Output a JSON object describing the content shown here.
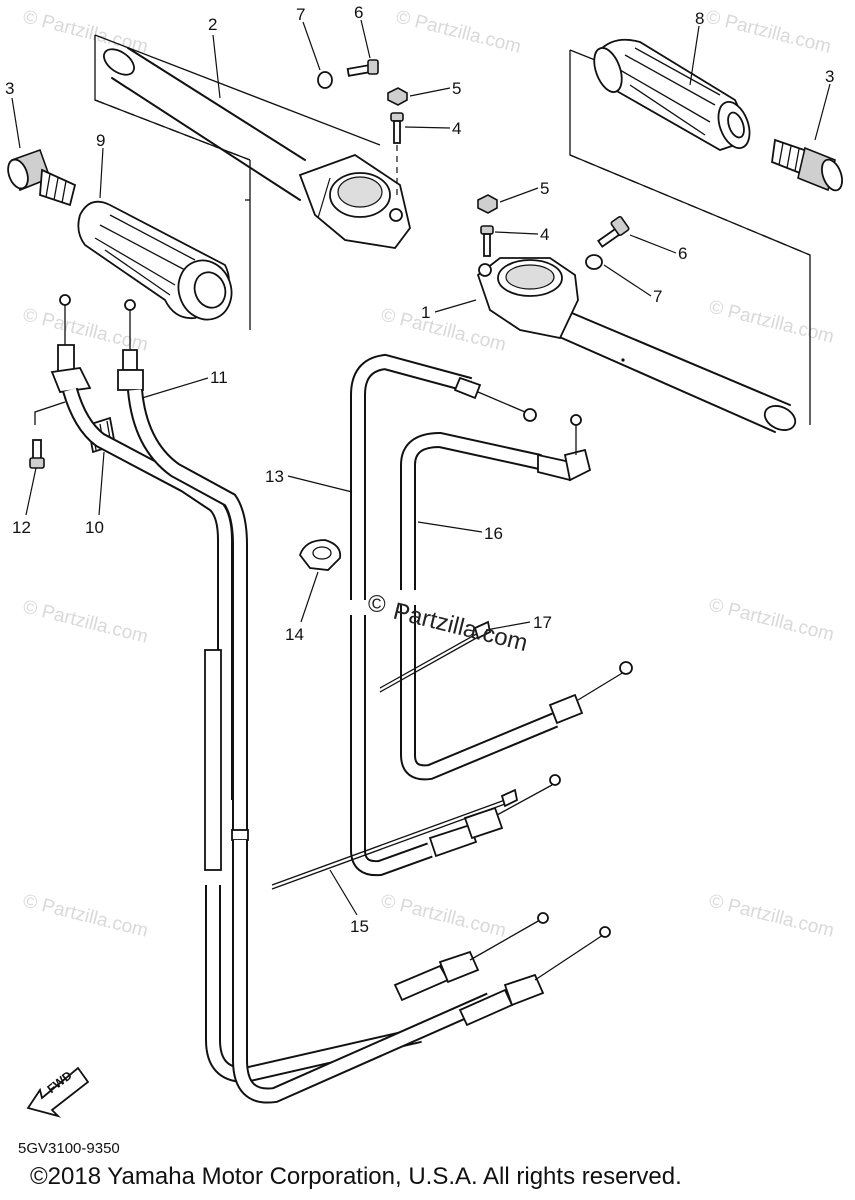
{
  "watermark": {
    "brand": "© Partzilla.com",
    "center_symbol": "©",
    "center_text": "Partzilla.com"
  },
  "callouts": {
    "c1": "1",
    "c2": "2",
    "c3a": "3",
    "c3b": "3",
    "c4a": "4",
    "c4b": "4",
    "c5a": "5",
    "c5b": "5",
    "c6a": "6",
    "c6b": "6",
    "c7a": "7",
    "c7b": "7",
    "c8": "8",
    "c9": "9",
    "c10": "10",
    "c11": "11",
    "c12": "12",
    "c13": "13",
    "c14": "14",
    "c15": "15",
    "c16": "16",
    "c17": "17"
  },
  "fwd_label": "FWD",
  "diagram_code": "5GV3100-9350",
  "copyright": "©2018 Yamaha Motor Corporation, U.S.A. All rights reserved."
}
